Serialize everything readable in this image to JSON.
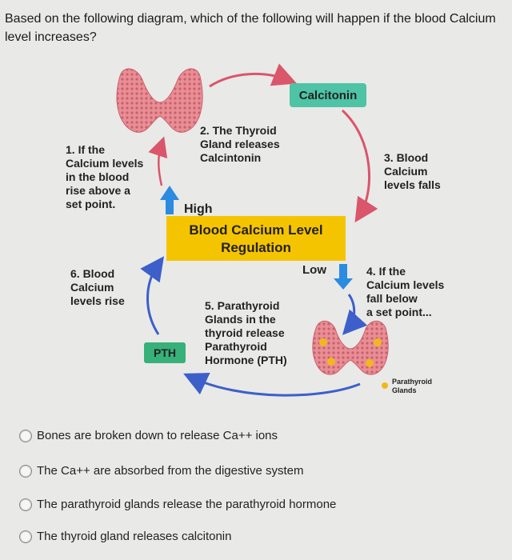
{
  "question": {
    "text": "Based on the following diagram, which of the following will happen if the blood Calcium level increases?"
  },
  "diagram": {
    "calcitonin_label": "Calcitonin",
    "step1": [
      "1. If the",
      "Calcium levels",
      "in the blood",
      "rise above a",
      "set point."
    ],
    "step2": [
      "2. The Thyroid",
      "Gland releases",
      "Calcintonin"
    ],
    "step3": [
      "3. Blood",
      "Calcium",
      "levels falls"
    ],
    "step4": [
      "4. If the",
      "Calcium levels",
      "fall below",
      "a set point..."
    ],
    "step5": [
      "5. Parathyroid",
      "Glands in the",
      "thyroid release",
      "Parathyroid",
      "Hormone (PTH)"
    ],
    "step6": [
      "6. Blood",
      "Calcium",
      "levels rise"
    ],
    "center_title": [
      "Blood Calcium Level",
      "Regulation"
    ],
    "high_label": "High",
    "low_label": "Low",
    "pth_label": "PTH",
    "legend": [
      "Parathyroid",
      "Glands"
    ],
    "colors": {
      "arrow_red": "#d9566b",
      "arrow_blue": "#3d5fc9",
      "box_yellow": "#f5c400",
      "calcitonin_bg": "#4ec3a6",
      "pth_bg": "#37b07a",
      "up_arrow": "#2a8be0",
      "gland": "#e98e95",
      "parathyroid_dot": "#f1b81e"
    }
  },
  "options": [
    {
      "label": "Bones are broken down to release Ca++ ions"
    },
    {
      "label": "The Ca++ are absorbed from the digestive system"
    },
    {
      "label": "The parathyroid glands release the parathyroid hormone"
    },
    {
      "label": "The thyroid gland releases calcitonin"
    }
  ]
}
